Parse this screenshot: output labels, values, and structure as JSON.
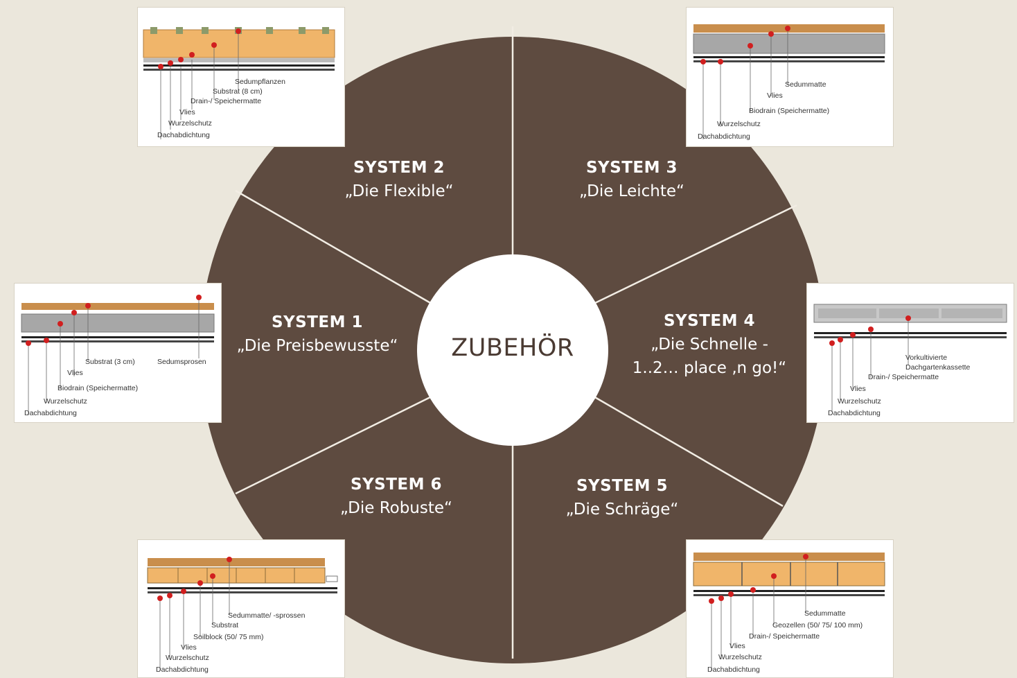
{
  "colors": {
    "background": "#ebe7dc",
    "wheel": "#5e4b40",
    "hub": "#ffffff",
    "divider": "#f2ede4",
    "marker": "#d11f1f",
    "substrate": "#f0b56a",
    "soil": "#c98e4c",
    "drain": "#a7a7a7"
  },
  "center": {
    "label": "ZUBEHÖR"
  },
  "segments": [
    {
      "id": "s2",
      "system": "SYSTEM 2",
      "name": "„Die Flexible“"
    },
    {
      "id": "s3",
      "system": "SYSTEM 3",
      "name": "„Die Leichte“"
    },
    {
      "id": "s1",
      "system": "SYSTEM 1",
      "name": "„Die Preisbewusste“"
    },
    {
      "id": "s4",
      "system": "SYSTEM 4",
      "name": "„Die Schnelle -",
      "name2": "1..2… place ‚n go!“"
    },
    {
      "id": "s6",
      "system": "SYSTEM 6",
      "name": "„Die Robuste“"
    },
    {
      "id": "s5",
      "system": "SYSTEM 5",
      "name": "„Die Schräge“"
    }
  ],
  "diagrams": {
    "s2": [
      "Sedumpflanzen",
      "Substrat (8 cm)",
      "Drain-/ Speichermatte",
      "Vlies",
      "Wurzelschutz",
      "Dachabdichtung"
    ],
    "s3": [
      "Sedummatte",
      "Vlies",
      "Biodrain (Speichermatte)",
      "Wurzelschutz",
      "Dachabdichtung"
    ],
    "s1": [
      "Substrat (3 cm)",
      "Sedumsprosen",
      "Vlies",
      "Biodrain (Speichermatte)",
      "Wurzelschutz",
      "Dachabdichtung"
    ],
    "s4": [
      "Vorkultivierte",
      "Dachgartenkassette",
      "Drain-/ Speichermatte",
      "Vlies",
      "Wurzelschutz",
      "Dachabdichtung"
    ],
    "s6": [
      "Sedummatte/ -sprossen",
      "Substrat",
      "Soilblock (50/ 75 mm)",
      "Vlies",
      "Wurzelschutz",
      "Dachabdichtung"
    ],
    "s5": [
      "Sedummatte",
      "Geozellen (50/ 75/ 100 mm)",
      "Drain-/ Speichermatte",
      "Vlies",
      "Wurzelschutz",
      "Dachabdichtung"
    ]
  }
}
